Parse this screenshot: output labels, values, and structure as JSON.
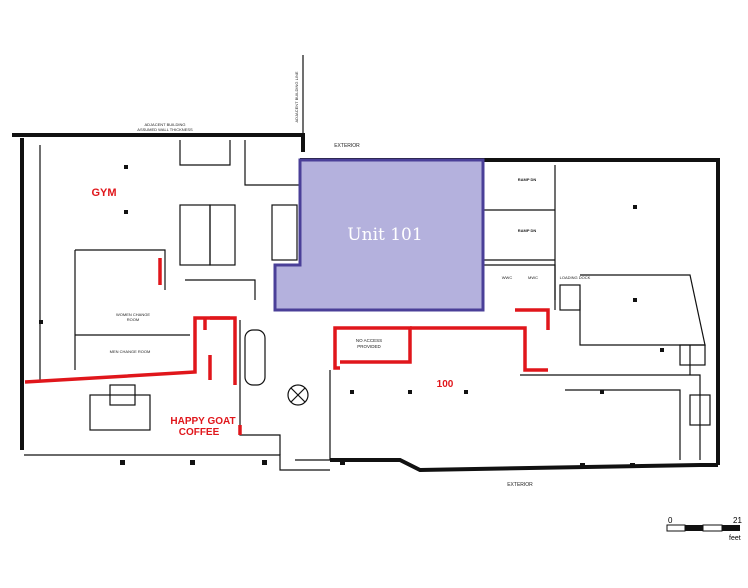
{
  "plan": {
    "adjacent_building_label": "ADJACENT BUILDING",
    "assumed_wall_label": "ASSUMED WALL THICKNESS",
    "adjacent_building_line_label": "ADJACENT BUILDING LINE",
    "exterior_top": "EXTERIOR",
    "exterior_bottom": "EXTERIOR",
    "unit_label": "Unit 101",
    "unit_fill": "#b4b1dd",
    "unit_stroke": "#4a3f98",
    "highlight_color": "#e0161b",
    "rooms": {
      "gym": "GYM",
      "happy_goat_line1": "HAPPY GOAT",
      "happy_goat_line2": "COFFEE",
      "unit_100": "100",
      "no_access_line1": "NO ACCESS",
      "no_access_line2": "PROVIDED",
      "women_change_line1": "WOMEN CHANGE",
      "women_change_line2": "ROOM",
      "men_change": "MEN CHANGE ROOM",
      "wwc": "WWC",
      "mwc": "MWC",
      "loading_dock": "LOADING DOCK",
      "ramp_dn_1": "RAMP DN",
      "ramp_dn_2": "RAMP DN"
    }
  },
  "scale": {
    "start": "0",
    "end": "21",
    "unit": "feet"
  }
}
